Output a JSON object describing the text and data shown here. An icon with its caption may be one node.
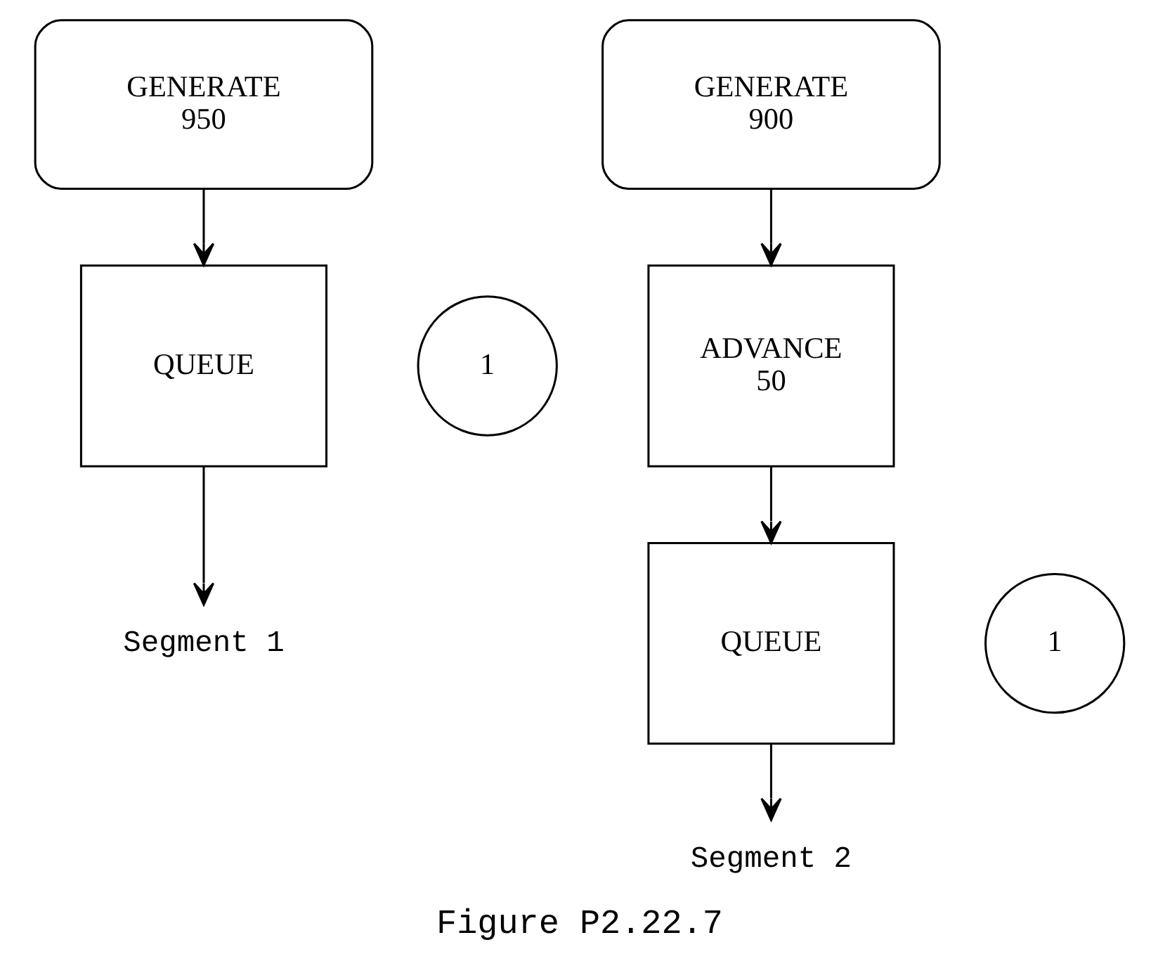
{
  "diagram": {
    "caption": "Figure P2.22.7",
    "nodes": [
      {
        "text": [
          "GENERATE",
          "950"
        ]
      },
      {
        "text": [
          "QUEUE"
        ]
      },
      {
        "text": [
          "1"
        ]
      },
      {
        "text": [
          "Segment 1"
        ]
      },
      {
        "text": [
          "GENERATE",
          "900"
        ]
      },
      {
        "text": [
          "ADVANCE",
          "50"
        ]
      },
      {
        "text": [
          "QUEUE"
        ]
      },
      {
        "text": [
          "1"
        ]
      },
      {
        "text": [
          "Segment 2"
        ]
      }
    ],
    "edges": [
      {
        "from": 0,
        "to": 1,
        "arrow": "to"
      },
      {
        "from": 1,
        "to": 3,
        "arrow": "to"
      },
      {
        "from": 4,
        "to": 5,
        "arrow": "to"
      },
      {
        "from": 5,
        "to": 6,
        "arrow": "to"
      },
      {
        "from": 6,
        "to": 8,
        "arrow": "to"
      }
    ]
  }
}
